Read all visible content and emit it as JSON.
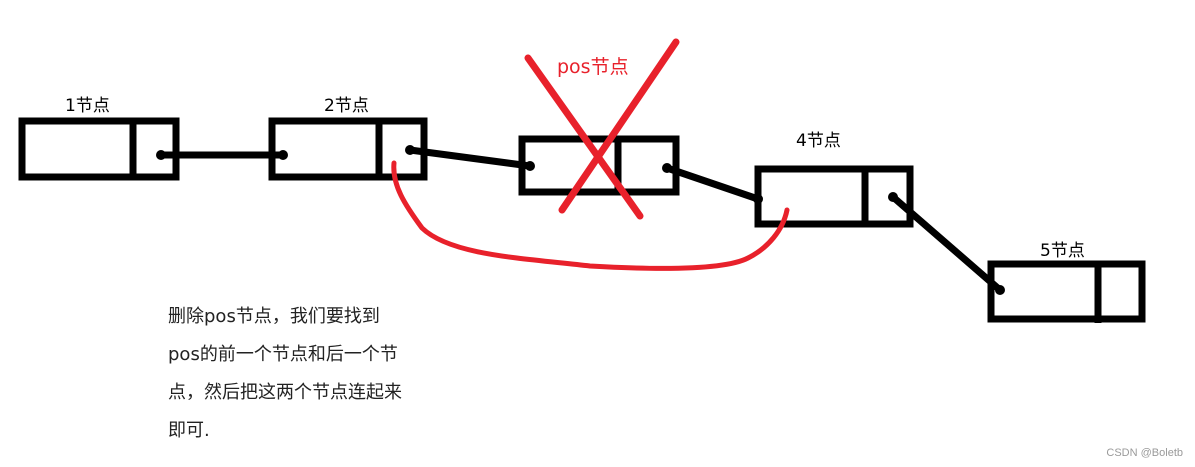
{
  "nodes": [
    {
      "id": "node-1",
      "label": "1节点"
    },
    {
      "id": "node-2",
      "label": "2节点"
    },
    {
      "id": "node-pos",
      "label": "pos节点"
    },
    {
      "id": "node-4",
      "label": "4节点"
    },
    {
      "id": "node-5",
      "label": "5节点"
    }
  ],
  "description": {
    "lines": [
      "删除pos节点，我们要找到",
      "pos的前一个节点和后一个节",
      "点，然后把这两个节点连起来",
      "即可."
    ]
  },
  "colors": {
    "stroke": "#000000",
    "highlight": "#e8212b"
  },
  "watermark": "CSDN @Boletb"
}
